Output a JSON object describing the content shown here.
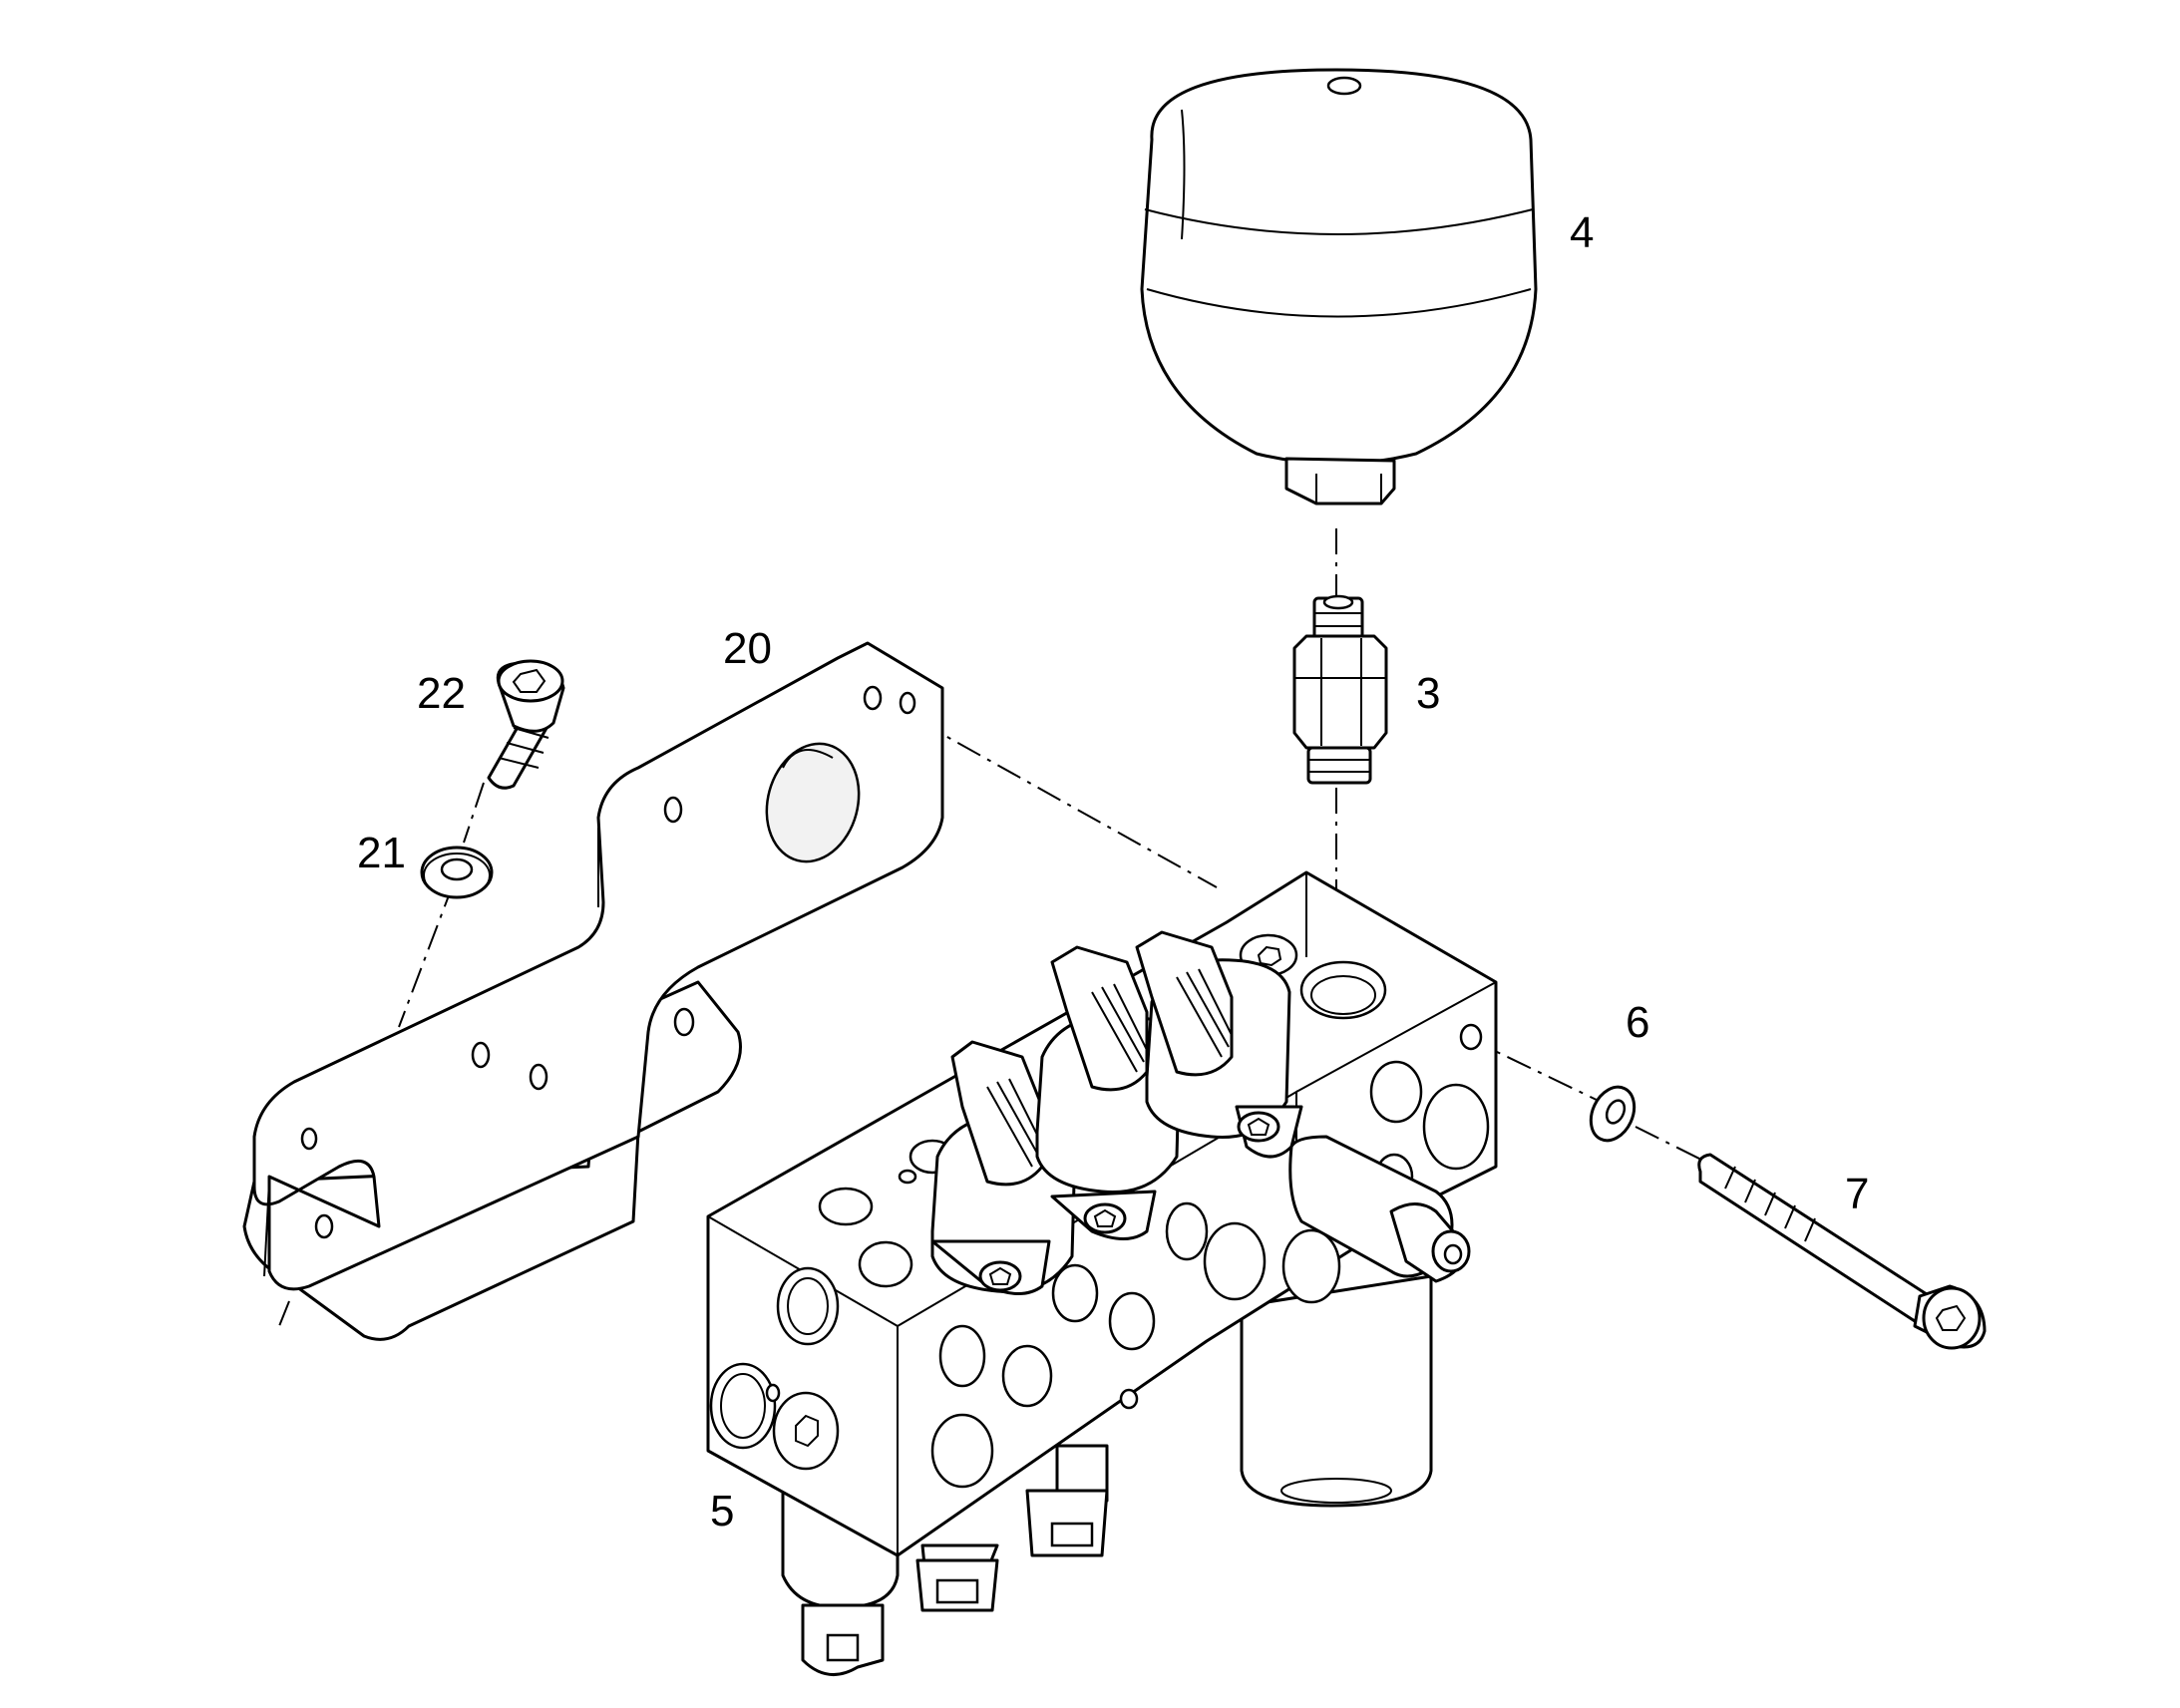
{
  "callouts": {
    "c3": "3",
    "c4": "4",
    "c5": "5",
    "c6": "6",
    "c7": "7",
    "c20": "20",
    "c21": "21",
    "c22": "22"
  }
}
